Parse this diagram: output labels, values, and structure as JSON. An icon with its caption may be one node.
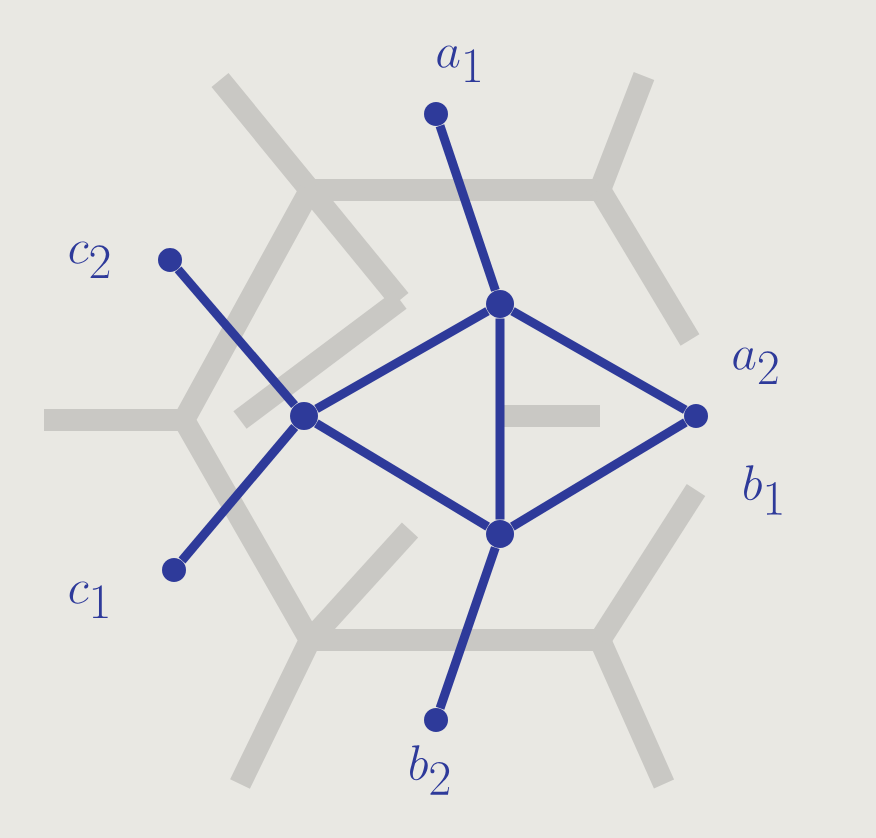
{
  "diagram": {
    "nodes": [
      {
        "text": [
          "a_1"
        ]
      },
      {
        "text": [
          "c_2"
        ]
      },
      {
        "text": [],
        "shape": "circle"
      },
      {
        "text": [],
        "shape": "circle"
      },
      {
        "text": [
          "a_2",
          "b_1"
        ]
      },
      {
        "text": [],
        "shape": "circle"
      },
      {
        "text": [
          "c_1"
        ]
      },
      {
        "text": [
          "b_2"
        ]
      }
    ],
    "edges": [
      {
        "from": 0,
        "to": 2,
        "arrow": "none"
      },
      {
        "from": 1,
        "to": 3,
        "arrow": "none"
      },
      {
        "from": 2,
        "to": 3,
        "arrow": "none"
      },
      {
        "from": 2,
        "to": 4,
        "arrow": "none"
      },
      {
        "from": 2,
        "to": 5,
        "arrow": "none"
      },
      {
        "from": 3,
        "to": 5,
        "arrow": "none"
      },
      {
        "from": 5,
        "to": 4,
        "arrow": "none"
      },
      {
        "from": 3,
        "to": 6,
        "arrow": "none"
      },
      {
        "from": 5,
        "to": 7,
        "arrow": "none"
      }
    ]
  }
}
